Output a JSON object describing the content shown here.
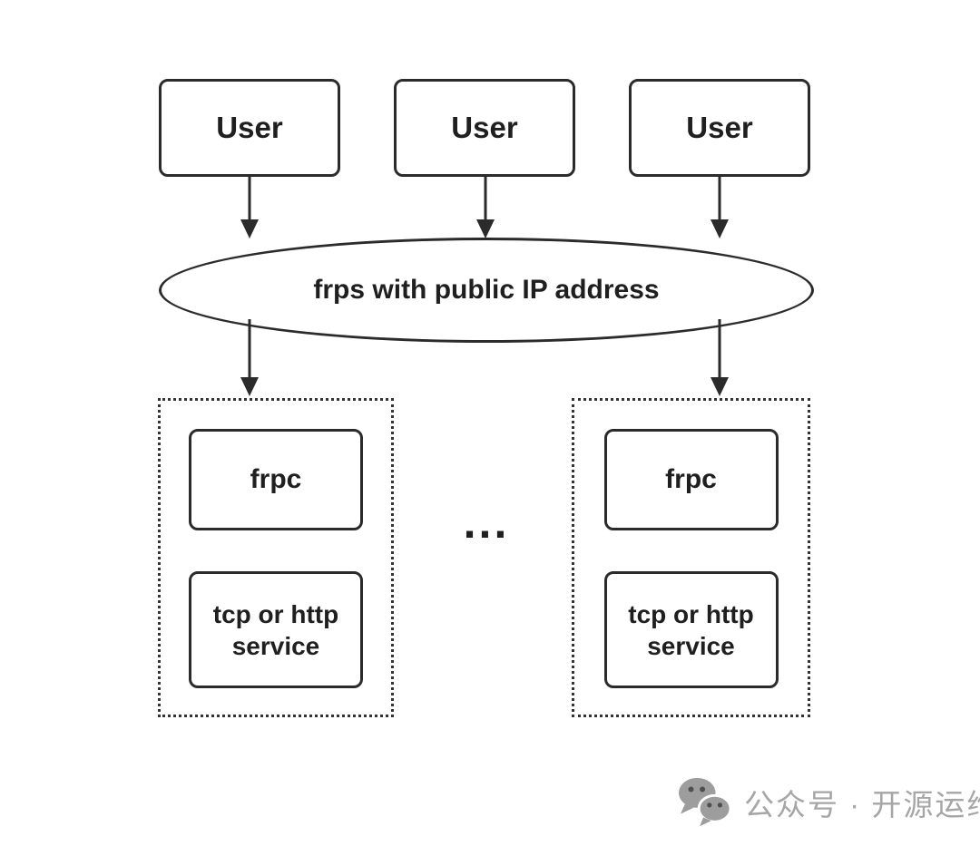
{
  "diagram": {
    "user_boxes": [
      {
        "label": "User"
      },
      {
        "label": "User"
      },
      {
        "label": "User"
      }
    ],
    "server": {
      "label": "frps with public IP address"
    },
    "ellipsis": "...",
    "client_groups": [
      {
        "frpc_label": "frpc",
        "service_label": "tcp or http service"
      },
      {
        "frpc_label": "frpc",
        "service_label": "tcp or http service"
      }
    ]
  },
  "watermark": {
    "label": "公众号 · 开源运维"
  },
  "colors": {
    "stroke": "#2b2b2b",
    "text": "#1f1f1f",
    "watermark_gray": "#a6a6a6",
    "background": "#ffffff"
  }
}
